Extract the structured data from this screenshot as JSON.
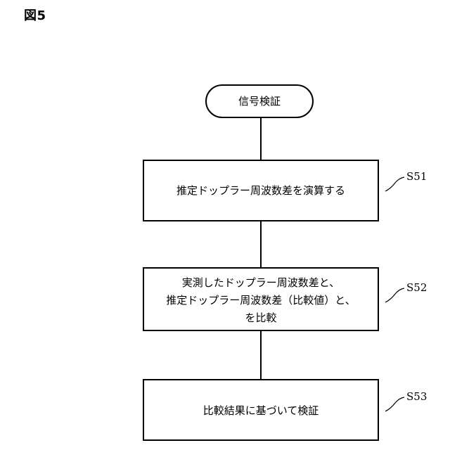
{
  "figure": {
    "label": "図5"
  },
  "flowchart": {
    "start": {
      "label": "信号検証"
    },
    "steps": [
      {
        "id": "S51",
        "lines": [
          "推定ドップラー周波数差を演算する"
        ]
      },
      {
        "id": "S52",
        "lines": [
          "実測したドップラー周波数差と、",
          "推定ドップラー周波数差（比較値）と、",
          "を比較"
        ]
      },
      {
        "id": "S53",
        "lines": [
          "比較結果に基づいて検証"
        ]
      }
    ]
  }
}
